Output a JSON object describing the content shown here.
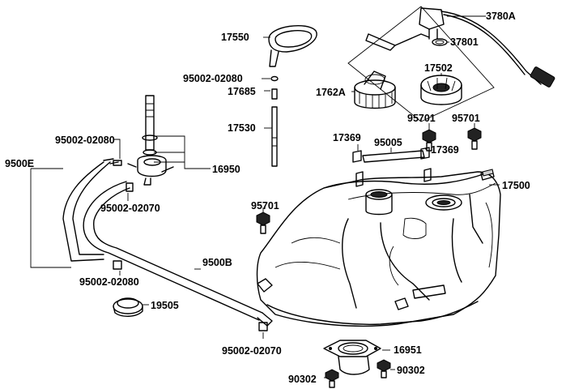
{
  "labels": {
    "p3780A": "3780A",
    "p37801": "37801",
    "p17550": "17550",
    "p17502": "17502",
    "p95002_02080_a": "95002-02080",
    "p1762A": "1762A",
    "p17685": "17685",
    "p95701_a": "95701",
    "p95701_b": "95701",
    "p17530": "17530",
    "p17369_a": "17369",
    "p95005": "95005",
    "p17369_b": "17369",
    "p95002_02080_b": "95002-02080",
    "p9500E": "9500E",
    "p16950": "16950",
    "p17500": "17500",
    "p95002_02070_a": "95002-02070",
    "p95701_c": "95701",
    "p9500B": "9500B",
    "p95002_02080_c": "95002-02080",
    "p19505": "19505",
    "p95002_02070_b": "95002-02070",
    "p16951": "16951",
    "p90302_a": "90302",
    "p90302_b": "90302"
  }
}
